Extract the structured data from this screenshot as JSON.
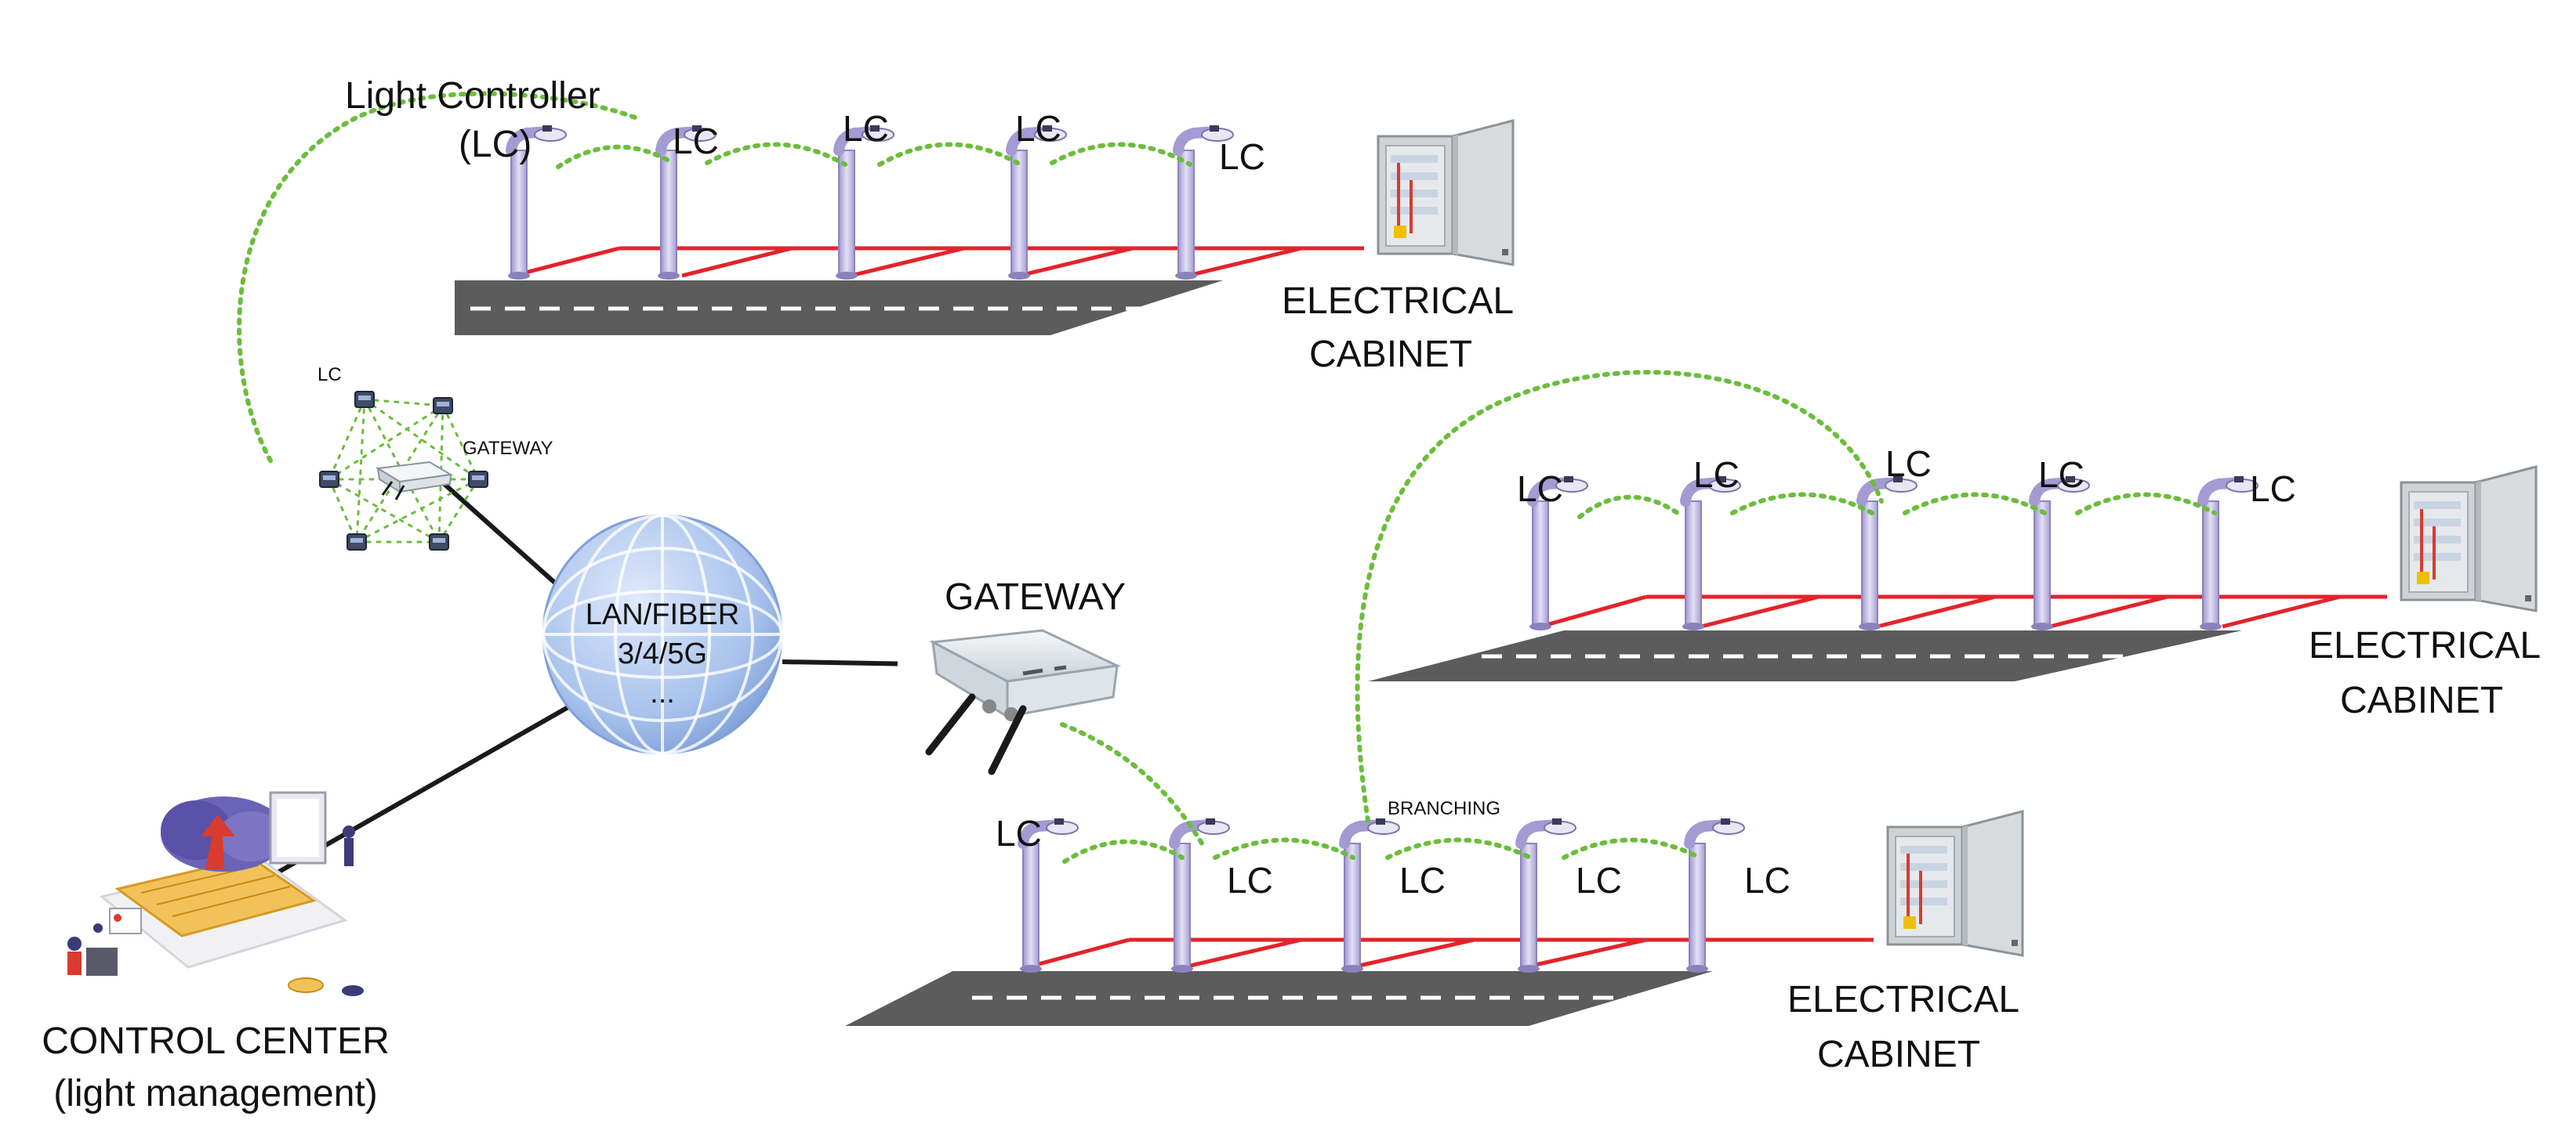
{
  "labels": {
    "light_controller_line1": "Light Controller",
    "light_controller_line2": "(LC)",
    "lc": "LC",
    "gateway_small": "GATEWAY",
    "gateway_main": "GATEWAY",
    "network_line1": "LAN/FIBER",
    "network_line2": "3/4/5G",
    "network_line3": "...",
    "electrical_cabinet_line1": "ELECTRICAL",
    "electrical_cabinet_line2": "CABINET",
    "branching": "BRANCHING",
    "control_center_line1": "CONTROL CENTER",
    "control_center_line2": "(light management)"
  },
  "colors": {
    "mesh_link": "#6bbd3b",
    "power_wire": "#e3232b",
    "road": "#5a5a5a",
    "pole": "#b9b2dc",
    "globe": "#9fbde8",
    "network_line": "#1a1a1a"
  },
  "icons": [
    "street-light-icon",
    "electrical-cabinet-icon",
    "gateway-device-icon",
    "globe-icon",
    "control-center-icon"
  ]
}
